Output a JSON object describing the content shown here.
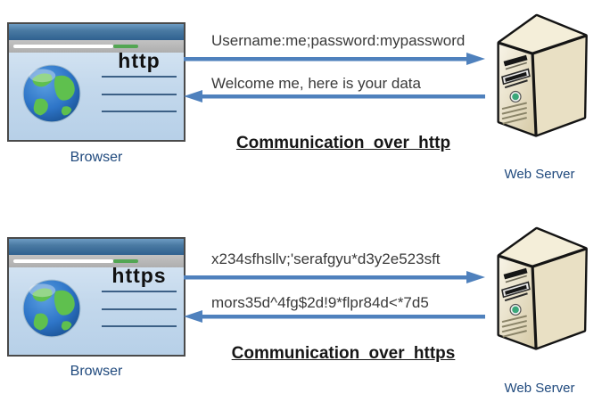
{
  "diagram": {
    "kind": "http-vs-https-communication",
    "colors": {
      "arrow_blue": "#4f81bd",
      "label_blue": "#1f497d",
      "browser_titlebar": "#2f618f",
      "browser_body": "#c3d8ec",
      "server_beige": "#e9e0c4",
      "progress_green": "#53a653",
      "message_text": "#3a3a3a"
    },
    "icons": {
      "browser_globe": "globe-icon",
      "server_tower": "server-tower-icon",
      "request_arrow": "arrow-right-icon",
      "response_arrow": "arrow-left-icon"
    }
  },
  "sections": [
    {
      "id": "http",
      "browser": {
        "label": "Browser",
        "protocol": "http"
      },
      "server": {
        "label": "Web Server"
      },
      "request": "Username:me;password:mypassword",
      "response": "Welcome me, here is your data",
      "title": "Communication over http"
    },
    {
      "id": "https",
      "browser": {
        "label": "Browser",
        "protocol": "https"
      },
      "server": {
        "label": "Web Server"
      },
      "request": "x234sfhsllv;'serafgyu*d3y2e523sft",
      "response": "mors35d^4fg$2d!9*flpr84d<*7d5",
      "title": "Communication over https"
    }
  ]
}
